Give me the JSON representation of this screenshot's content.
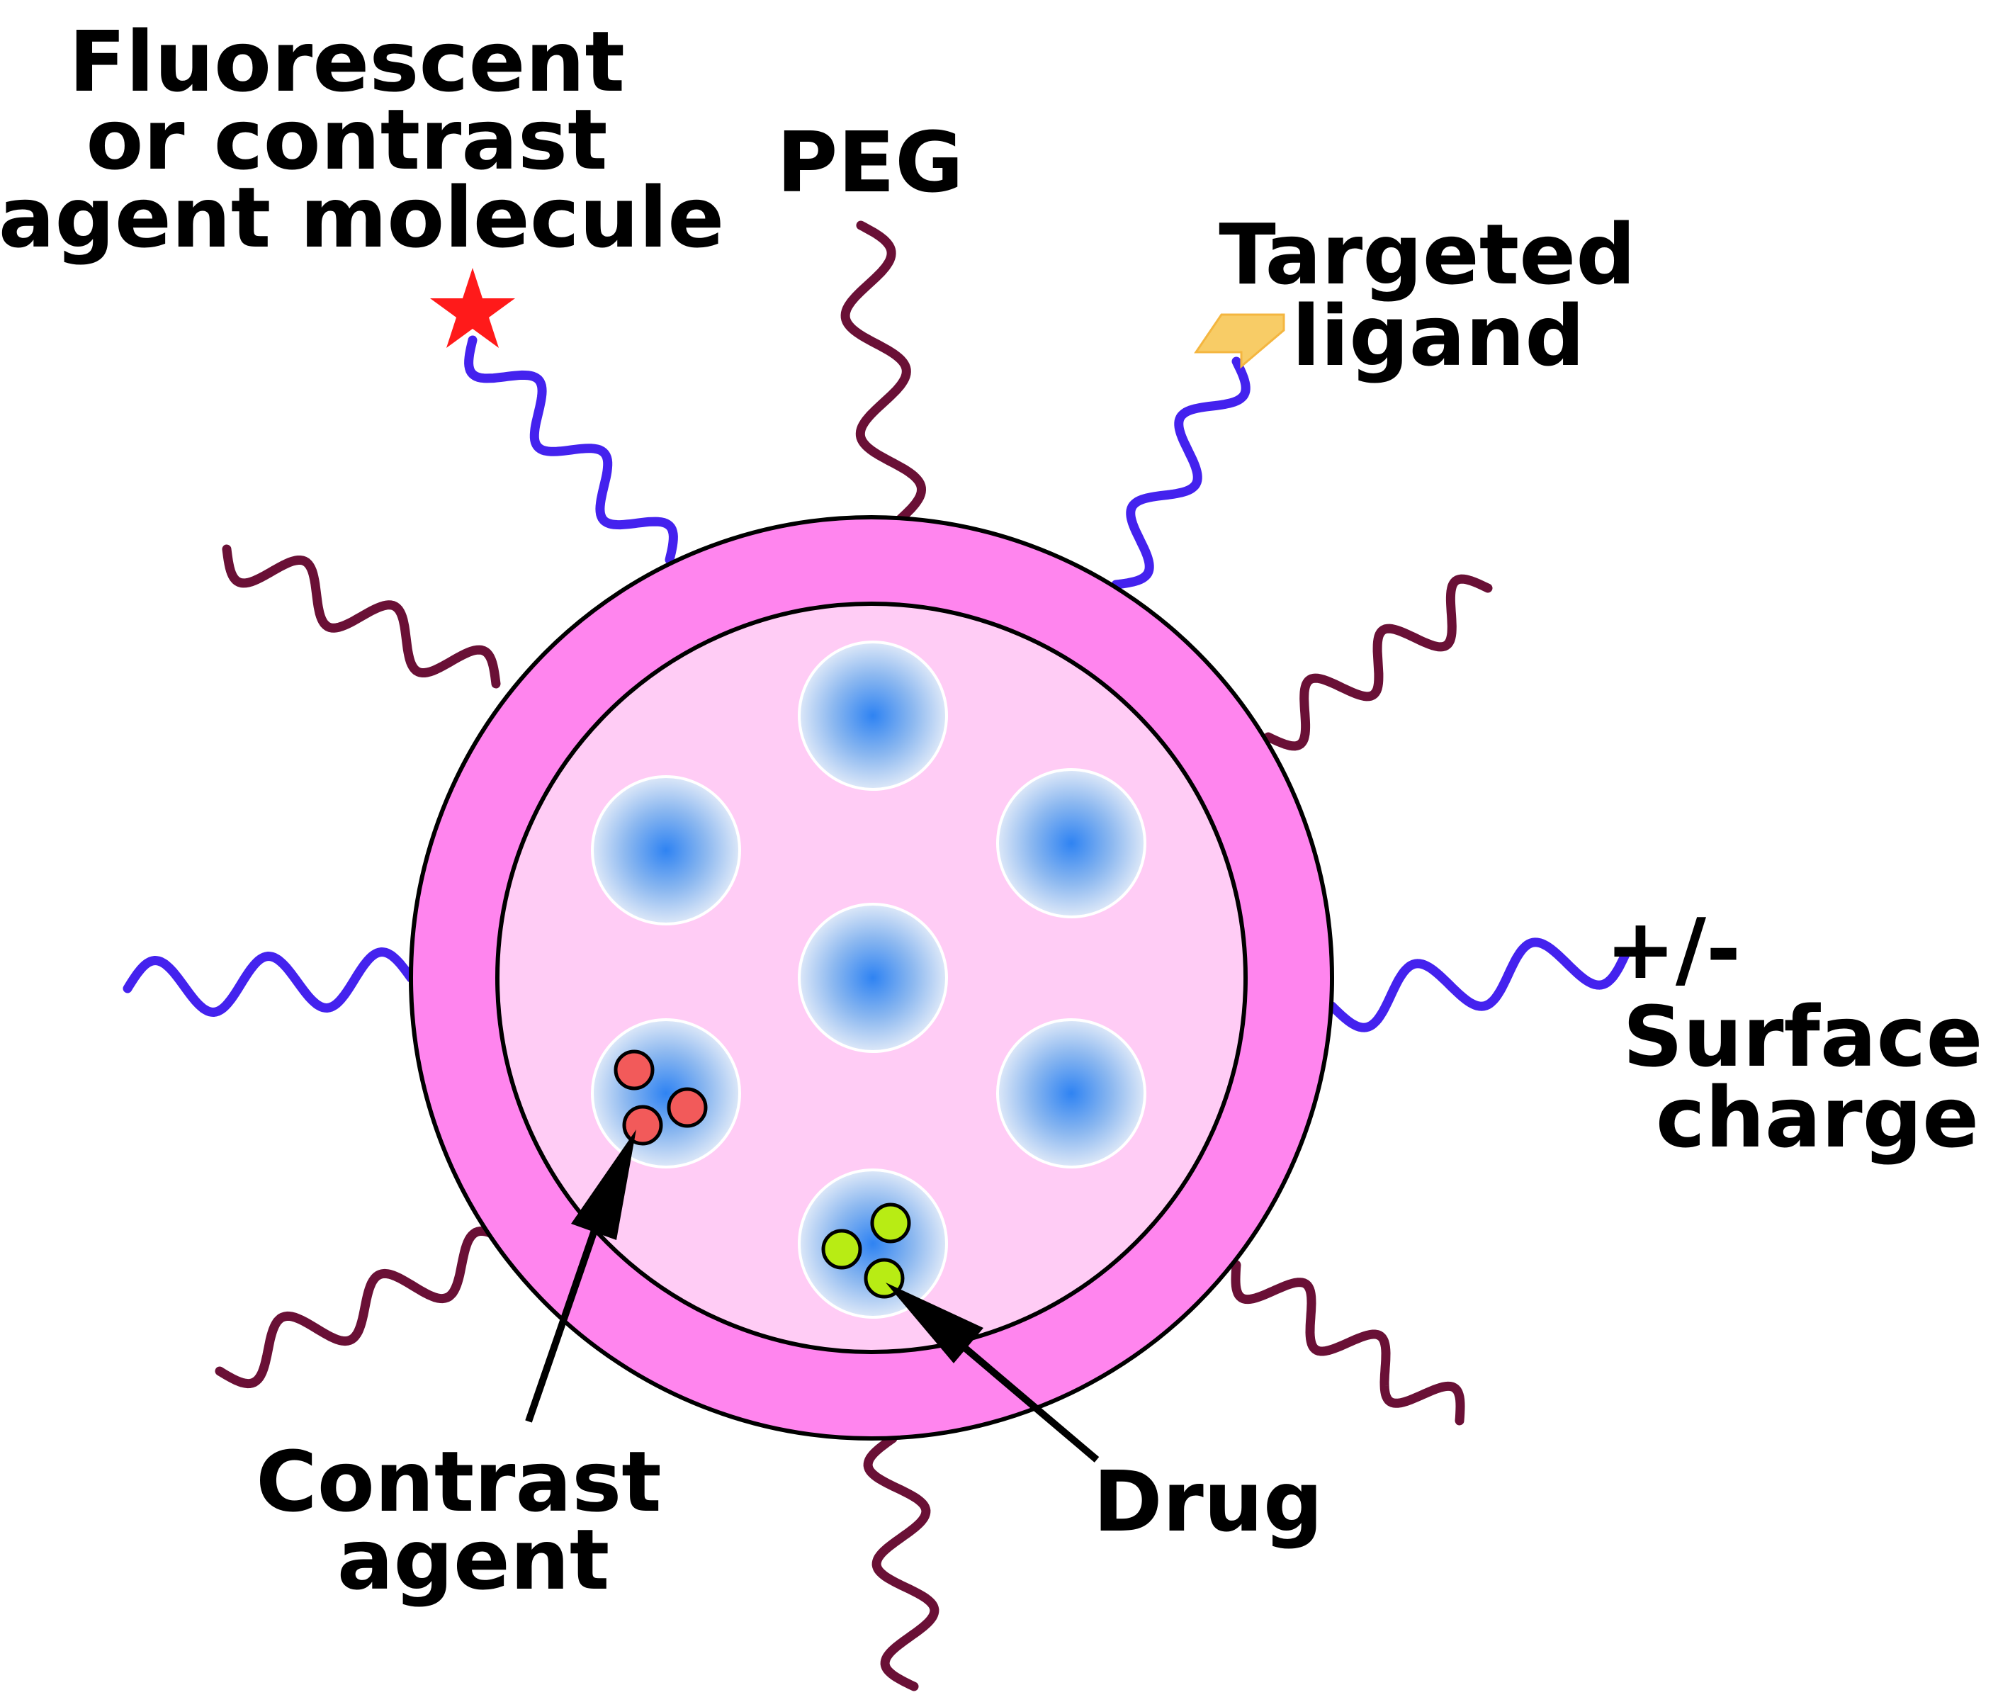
{
  "labels": {
    "fluorescent": [
      "Fluorescent",
      "or contrast",
      "agent molecule"
    ],
    "peg": "PEG",
    "targeted_ligand": [
      "Targeted",
      "ligand"
    ],
    "surface_charge": [
      "+/-",
      "Surface",
      "charge"
    ],
    "contrast_agent": [
      "Contrast",
      "agent"
    ],
    "drug": "Drug"
  },
  "colors": {
    "peg_chain": "#6a1036",
    "charged_chain": "#4422ee",
    "outer_shell": "#ff85ee",
    "inner_core": "#ffccf5",
    "vesicle": "#3388f0",
    "contrast_particle": "#f25a5a",
    "drug_particle": "#b8ec14",
    "fluorophore_star": "#ff1a1a",
    "ligand": "#f8cc66",
    "outline": "#000000"
  },
  "icons": [
    "star-icon",
    "ligand-arrow-icon"
  ]
}
